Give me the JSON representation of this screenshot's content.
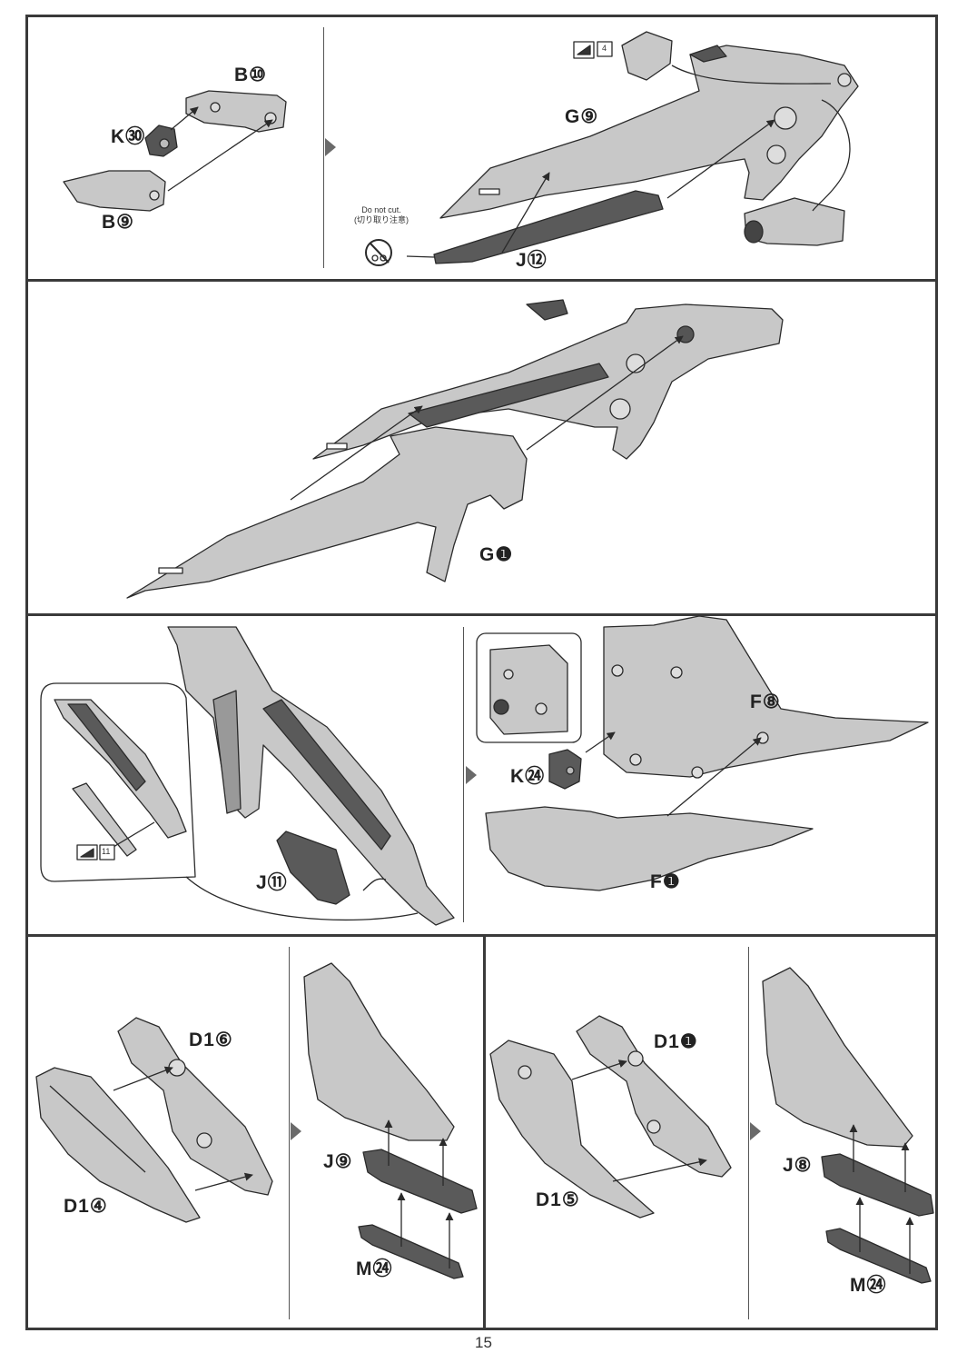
{
  "page_number": "15",
  "notice": {
    "en": "Do not cut.",
    "jp": "(切り取り注意)"
  },
  "icons": {
    "next_step": "arrow-right-icon",
    "no_cut": "no-scissors-icon",
    "sticker": "sticker-icon"
  },
  "sticker_refs": [
    "4",
    "11"
  ],
  "steps": [
    {
      "id": "step1",
      "parts": [
        "B⑩",
        "K㉚",
        "B⑨"
      ]
    },
    {
      "id": "step2",
      "parts": [
        "G⑨",
        "J⑫"
      ]
    },
    {
      "id": "step3",
      "parts": [
        "G❶"
      ]
    },
    {
      "id": "step4",
      "parts": [
        "J⑪"
      ]
    },
    {
      "id": "step5",
      "parts": [
        "F⑧",
        "K㉔",
        "F❶"
      ]
    },
    {
      "id": "step6",
      "parts": [
        "D1⑥",
        "D1④"
      ]
    },
    {
      "id": "step7",
      "parts": [
        "J⑨",
        "M㉔"
      ]
    },
    {
      "id": "step8",
      "parts": [
        "D1❶",
        "D1⑤"
      ]
    },
    {
      "id": "step9",
      "parts": [
        "J⑧",
        "M㉔"
      ]
    }
  ],
  "colors": {
    "part_fill": "#c8c8c8",
    "part_dark": "#5a5a5a",
    "line": "#2a2a2a",
    "frame": "#3a3a3a"
  }
}
